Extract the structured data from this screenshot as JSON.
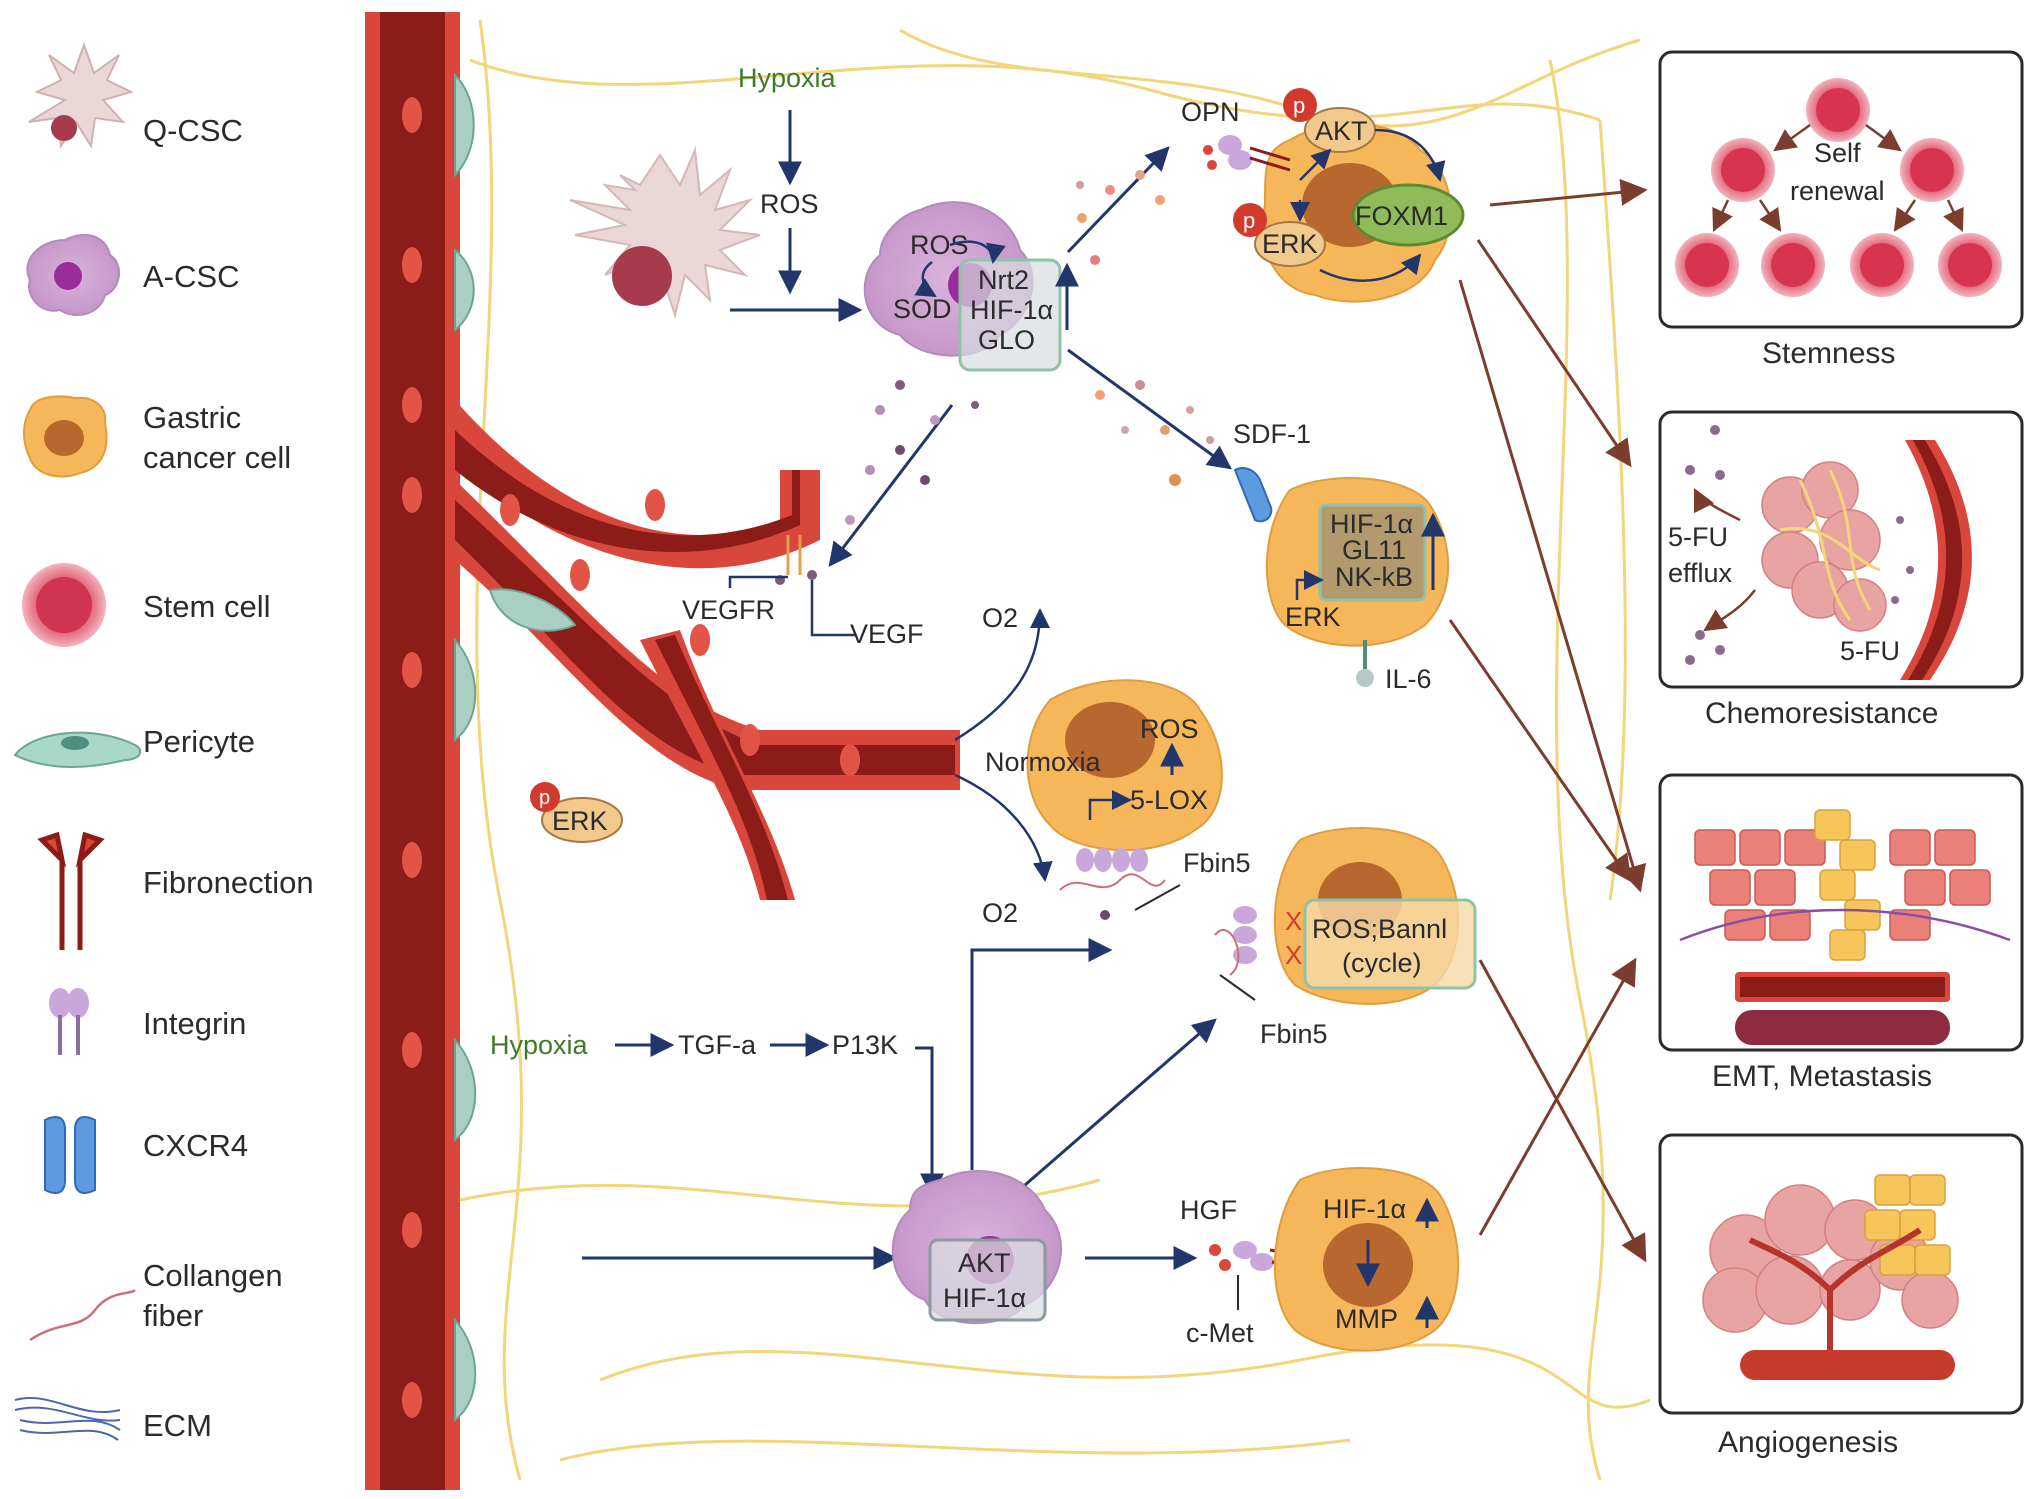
{
  "legend": [
    {
      "label": "Q-CSC",
      "icon": "q-csc-icon"
    },
    {
      "label": "A-CSC",
      "icon": "a-csc-icon"
    },
    {
      "label": "Gastric\ncancer cell",
      "icon": "gastric-cancer-cell-icon"
    },
    {
      "label": "Stem cell",
      "icon": "stem-cell-icon"
    },
    {
      "label": "Pericyte",
      "icon": "pericyte-icon"
    },
    {
      "label": "Fibronection",
      "icon": "fibronection-icon"
    },
    {
      "label": "Integrin",
      "icon": "integrin-icon"
    },
    {
      "label": "CXCR4",
      "icon": "cxcr4-icon"
    },
    {
      "label": "Collangen\nfiber",
      "icon": "collagen-fiber-icon"
    },
    {
      "label": "ECM",
      "icon": "ecm-icon"
    }
  ],
  "labels": {
    "hypoxia_top": "Hypoxia",
    "ros_top": "ROS",
    "ros_acsc": "ROS",
    "sod": "SOD",
    "nrt2": "Nrt2",
    "hif1a_acsc": "HIF-1α",
    "glo": "GLO",
    "opn": "OPN",
    "p": "p",
    "akt_top": "AKT",
    "erk_top": "ERK",
    "foxm1": "FOXM1",
    "sdf1": "SDF-1",
    "hif1a_mid": "HIF-1α",
    "gl11": "GL11",
    "nkkb": "NK-kB",
    "erk_mid": "ERK",
    "il6": "IL-6",
    "vegfr": "VEGFR",
    "vegf": "VEGF",
    "o2_top": "O2",
    "normoxia": "Normoxia",
    "ros_norm": "ROS",
    "lox5": "5-LOX",
    "fbin5_a": "Fbin5",
    "fbin5_b": "Fbin5",
    "o2_bottom": "O2",
    "ros_bannl": "ROS;Bannl",
    "cycle": "(cycle)",
    "erk_free": "ERK",
    "hypoxia_bottom": "Hypoxia",
    "tgfa": "TGF-a",
    "p13k": "P13K",
    "akt_bottom": "AKT",
    "hif1a_bottom": "HIF-1α",
    "hgf": "HGF",
    "cmet": "c-Met",
    "hif1a_right": "HIF-1α",
    "mmp": "MMP"
  },
  "outcomes": {
    "stemness": "Stemness",
    "self": "Self",
    "renewal": "renewal",
    "chemoresistance": "Chemoresistance",
    "fu_efflux_a": "5-FU",
    "fu_efflux_b": "efflux",
    "fu": "5-FU",
    "emt": "EMT, Metastasis",
    "angiogenesis": "Angiogenesis"
  },
  "colors": {
    "vessel": "#8b1c17",
    "vessel_edge": "#d9463b",
    "cancer_cell": "#f6b75a",
    "nucleus": "#b8682e",
    "stem": "#e04a63",
    "arrow_blue": "#23366b",
    "arrow_brown": "#7a3d2e",
    "fiber": "#f3d67a"
  }
}
